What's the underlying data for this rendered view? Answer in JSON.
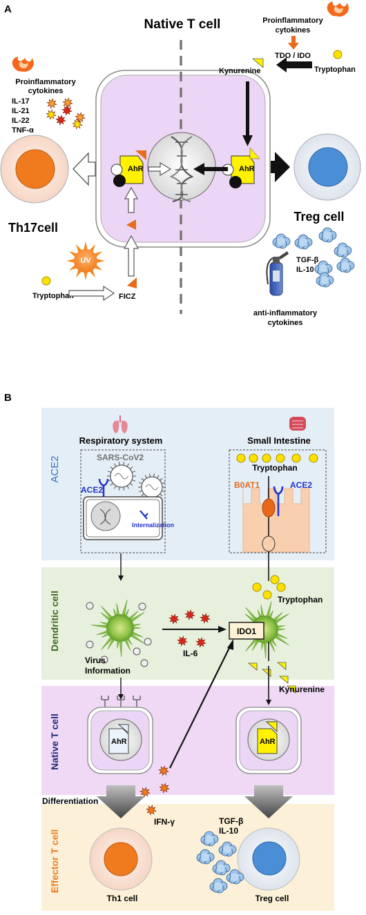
{
  "panelA": {
    "letter": "A",
    "title": "Native T cell",
    "left_cytokines_title": [
      "Proinflammatory",
      "cytokines"
    ],
    "left_cytokines_list": [
      "IL-17",
      "IL-21",
      "IL-22",
      "TNF-α"
    ],
    "th17_label": "Th17cell",
    "ahr_label": "AhR",
    "uv_label": "UV",
    "tryptophan_left": "Tryptophan",
    "ficz_label": "FICZ",
    "right_cytokines_title": [
      "Proinflammatory",
      "cytokines"
    ],
    "tdo_ido_label": "TDO / IDO",
    "kynurenine_label": "Kynurenine",
    "tryptophan_right": "Tryptophan",
    "treg_label": "Treg cell",
    "treg_cytokines": [
      "TGF-β",
      "IL-10"
    ],
    "anti_inflammatory": [
      "anti-inflammatory",
      "cytokines"
    ]
  },
  "panelB": {
    "letter": "B",
    "band_labels": {
      "ace2": "ACE2",
      "dendritic": "Dendritic cell",
      "native": "Native T cell",
      "effector": "Effector T cell"
    },
    "respiratory_system": "Respiratory system",
    "small_intestine": "Small Intestine",
    "sars_cov2": "SARS-CoV2",
    "ace2_left": "ACE2",
    "internalization": "Internalization",
    "tryptophan_top": "Tryptophan",
    "b0at1": "B0AT1",
    "ace2_right": "ACE2",
    "tryptophan_mid": "Tryptophan",
    "il6": "IL-6",
    "ido1": "IDO1",
    "virus_information": [
      "Virus",
      "Information"
    ],
    "kynurenine": "Kynurenine",
    "ahr_label": "AhR",
    "differentiation": "Differentiation",
    "ifn_gamma": "IFN-γ",
    "treg_cytokines": [
      "TGF-β",
      "IL-10"
    ],
    "th1_label": "Th1 cell",
    "treg_label": "Treg cell"
  },
  "colors": {
    "native_cell_fill": "#ecd6f5",
    "th17_core": "#f07a1e",
    "treg_core": "#4a8fd6",
    "ahr_yellow": "#fff200",
    "ace2_band": "#e4eef7",
    "dendritic_band": "#e6f0dc",
    "native_band": "#efd9f5",
    "effector_band": "#fcf1d8",
    "ace2_text": "#3a6fc4",
    "effector_text": "#ea7d27",
    "native_text": "#1d2a7a",
    "dendritic_text": "#3d6b23",
    "b0at1_text": "#e86c1a",
    "blue_receptor": "#2233cc"
  }
}
